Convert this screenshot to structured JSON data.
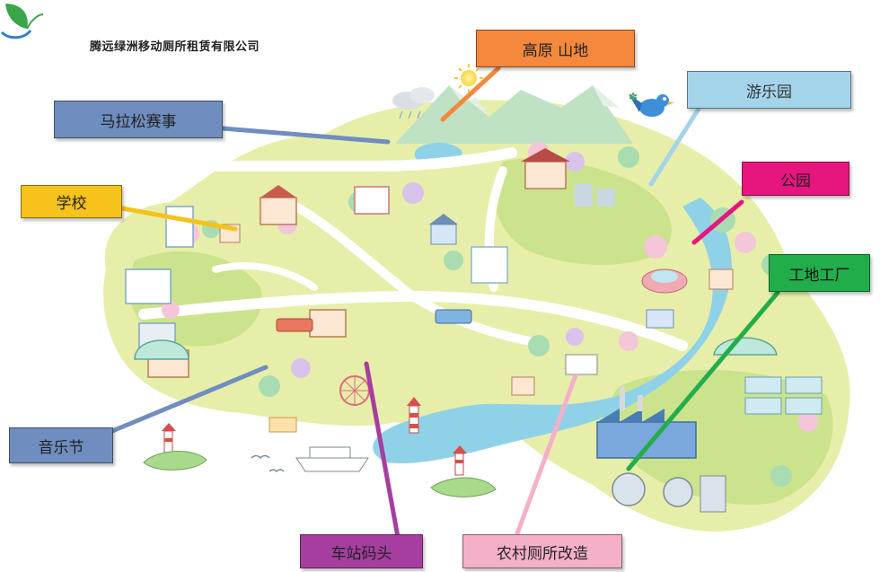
{
  "company": {
    "name": "腾远绿洲移动厕所租赁有限公司"
  },
  "callouts": [
    {
      "id": "highland",
      "label": "高原 山地",
      "bg": "#f4883c",
      "fg": "#222222"
    },
    {
      "id": "marathon",
      "label": "马拉松赛事",
      "bg": "#6f8dbf",
      "fg": "#222222"
    },
    {
      "id": "amusement",
      "label": "游乐园",
      "bg": "#a4d4ea",
      "fg": "#333333"
    },
    {
      "id": "school",
      "label": "学校",
      "bg": "#f6c21b",
      "fg": "#222222"
    },
    {
      "id": "park",
      "label": "公园",
      "bg": "#e8157f",
      "fg": "#222222"
    },
    {
      "id": "construction",
      "label": "工地工厂",
      "bg": "#22ad4b",
      "fg": "#111111"
    },
    {
      "id": "music",
      "label": "音乐节",
      "bg": "#6f8dbf",
      "fg": "#222222"
    },
    {
      "id": "station",
      "label": "车站码头",
      "bg": "#a63ea0",
      "fg": "#222222"
    },
    {
      "id": "rural",
      "label": "农村厕所改造",
      "bg": "#f4b0c9",
      "fg": "#222222"
    }
  ],
  "colors": {
    "land": "#e7eea9",
    "meadow": "#cbe38c",
    "water": "#8fd2e8",
    "mountain": "#bfe2c4",
    "road": "#ffffff"
  },
  "icons": {
    "logo": "leaf-bird-logo-icon"
  }
}
